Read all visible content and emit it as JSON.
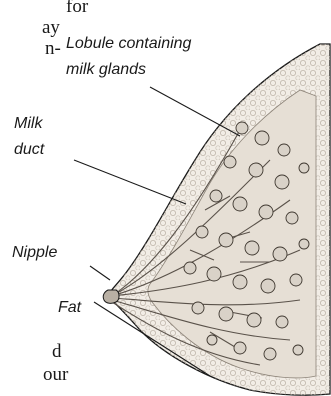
{
  "page_text_fragments": {
    "top": [
      "for",
      "ay",
      "n-"
    ],
    "bottom": [
      "d",
      "our"
    ]
  },
  "labels": {
    "lobule_line1": "Lobule containing",
    "lobule_line2": "milk glands",
    "milk_line1": "Milk",
    "milk_line2": "duct",
    "nipple": "Nipple",
    "fat": "Fat"
  },
  "colors": {
    "ink": "#1a1a1a",
    "tissue": "#f2ede6",
    "gland": "#d9d2c8",
    "shade": "#b9b0a4"
  }
}
